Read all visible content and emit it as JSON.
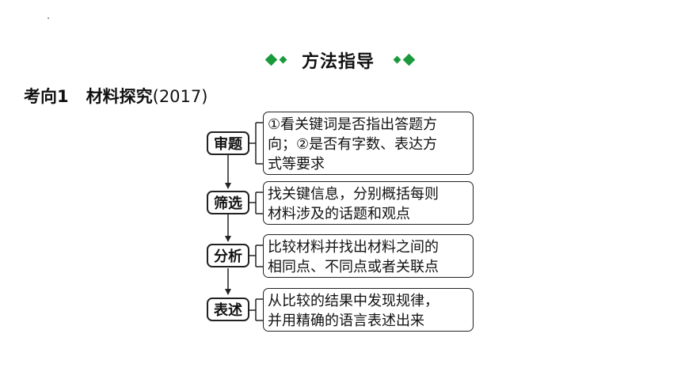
{
  "heading": {
    "title": "方法指导",
    "accent_color": "#1a9a3c"
  },
  "section": {
    "label": "考向1",
    "topic": "材料探究",
    "year": "(2017)"
  },
  "steps": [
    {
      "label": "审题",
      "desc": [
        "①看关键词是否指出答题方",
        "向；②是否有字数、表达方",
        "式等要求"
      ]
    },
    {
      "label": "筛选",
      "desc": [
        "找关键信息，分别概括每则",
        "材料涉及的话题和观点"
      ]
    },
    {
      "label": "分析",
      "desc": [
        "比较材料并找出材料之间的",
        "相同点、不同点或者关联点"
      ]
    },
    {
      "label": "表述",
      "desc": [
        "从比较的结果中发现规律，",
        "并用精确的语言表述出来"
      ]
    }
  ]
}
